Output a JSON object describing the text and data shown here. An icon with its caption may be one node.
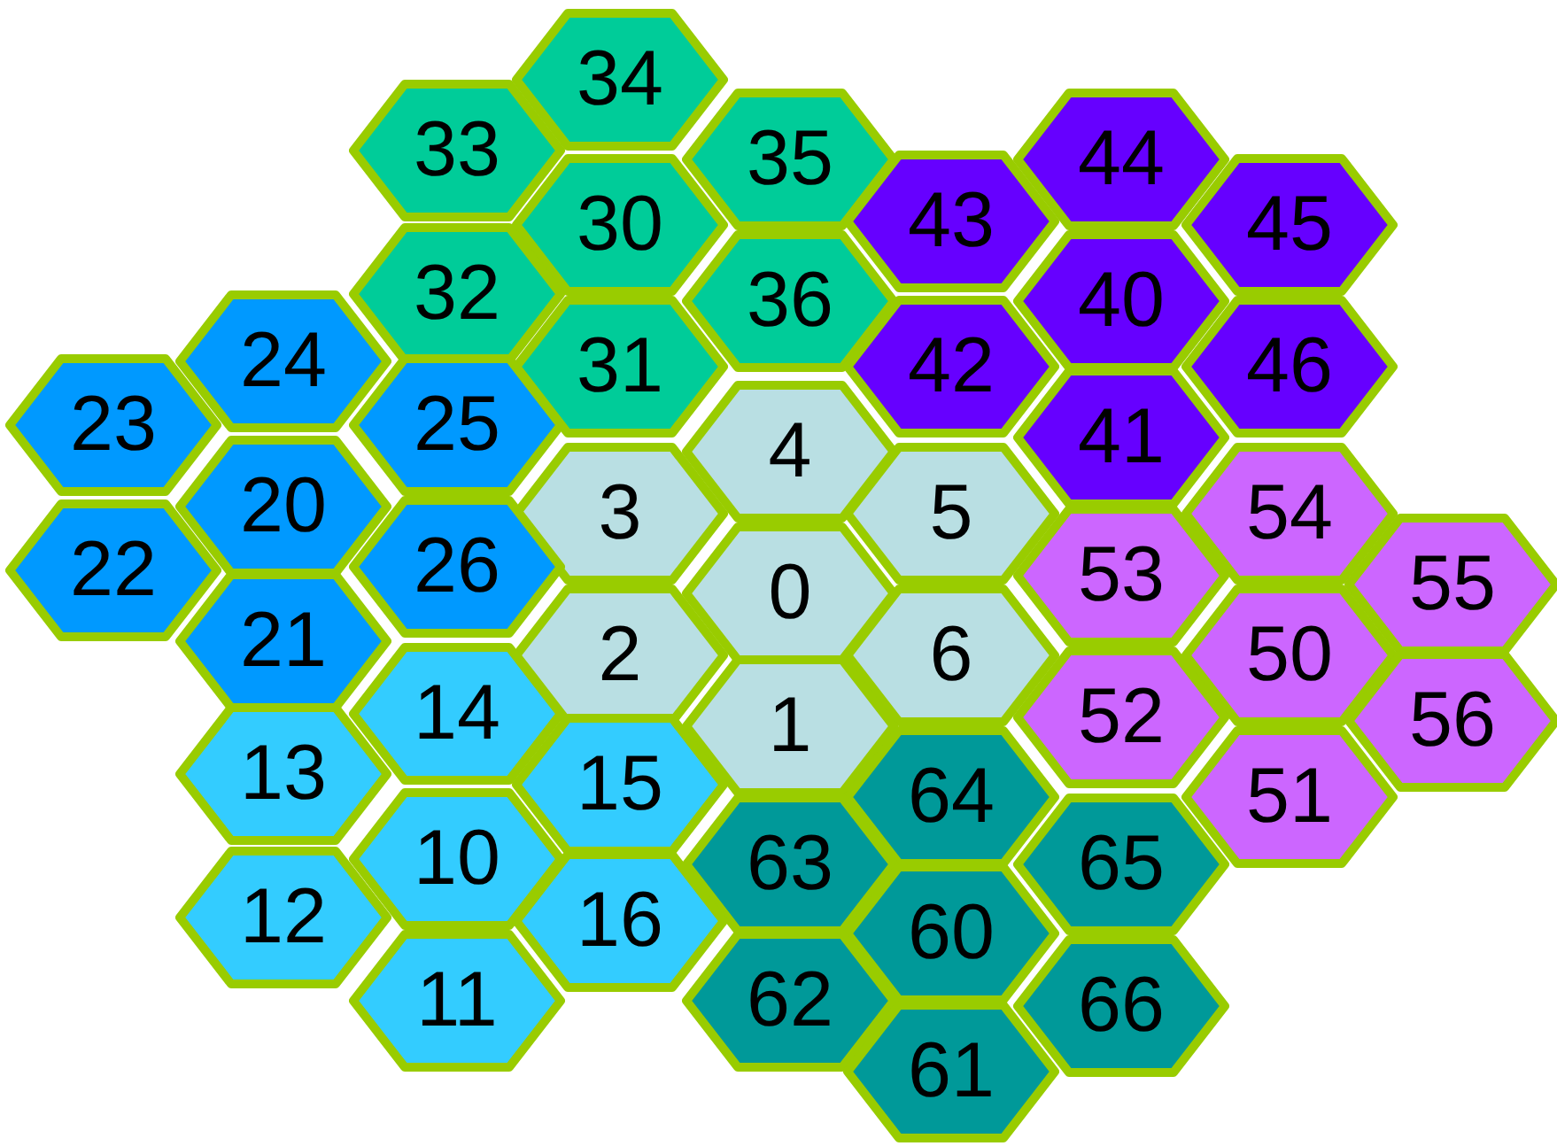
{
  "diagram": {
    "nodes": [
      {
        "text": [
          "34"
        ]
      },
      {
        "text": [
          "33"
        ]
      },
      {
        "text": [
          "35"
        ]
      },
      {
        "text": [
          "44"
        ]
      },
      {
        "text": [
          "30"
        ]
      },
      {
        "text": [
          "43"
        ]
      },
      {
        "text": [
          "45"
        ]
      },
      {
        "text": [
          "32"
        ]
      },
      {
        "text": [
          "36"
        ]
      },
      {
        "text": [
          "40"
        ]
      },
      {
        "text": [
          "24"
        ]
      },
      {
        "text": [
          "31"
        ]
      },
      {
        "text": [
          "42"
        ]
      },
      {
        "text": [
          "46"
        ]
      },
      {
        "text": [
          "23"
        ]
      },
      {
        "text": [
          "25"
        ]
      },
      {
        "text": [
          "41"
        ]
      },
      {
        "text": [
          "4"
        ]
      },
      {
        "text": [
          "20"
        ]
      },
      {
        "text": [
          "3"
        ]
      },
      {
        "text": [
          "5"
        ]
      },
      {
        "text": [
          "54"
        ]
      },
      {
        "text": [
          "26"
        ]
      },
      {
        "text": [
          "22"
        ]
      },
      {
        "text": [
          "53"
        ]
      },
      {
        "text": [
          "55"
        ]
      },
      {
        "text": [
          "0"
        ]
      },
      {
        "text": [
          "21"
        ]
      },
      {
        "text": [
          "2"
        ]
      },
      {
        "text": [
          "6"
        ]
      },
      {
        "text": [
          "50"
        ]
      },
      {
        "text": [
          "14"
        ]
      },
      {
        "text": [
          "52"
        ]
      },
      {
        "text": [
          "56"
        ]
      },
      {
        "text": [
          "1"
        ]
      },
      {
        "text": [
          "13"
        ]
      },
      {
        "text": [
          "15"
        ]
      },
      {
        "text": [
          "64"
        ]
      },
      {
        "text": [
          "51"
        ]
      },
      {
        "text": [
          "10"
        ]
      },
      {
        "text": [
          "63"
        ]
      },
      {
        "text": [
          "65"
        ]
      },
      {
        "text": [
          "12"
        ]
      },
      {
        "text": [
          "16"
        ]
      },
      {
        "text": [
          "60"
        ]
      },
      {
        "text": [
          "11"
        ]
      },
      {
        "text": [
          "62"
        ]
      },
      {
        "text": [
          "66"
        ]
      },
      {
        "text": [
          "61"
        ]
      }
    ]
  }
}
